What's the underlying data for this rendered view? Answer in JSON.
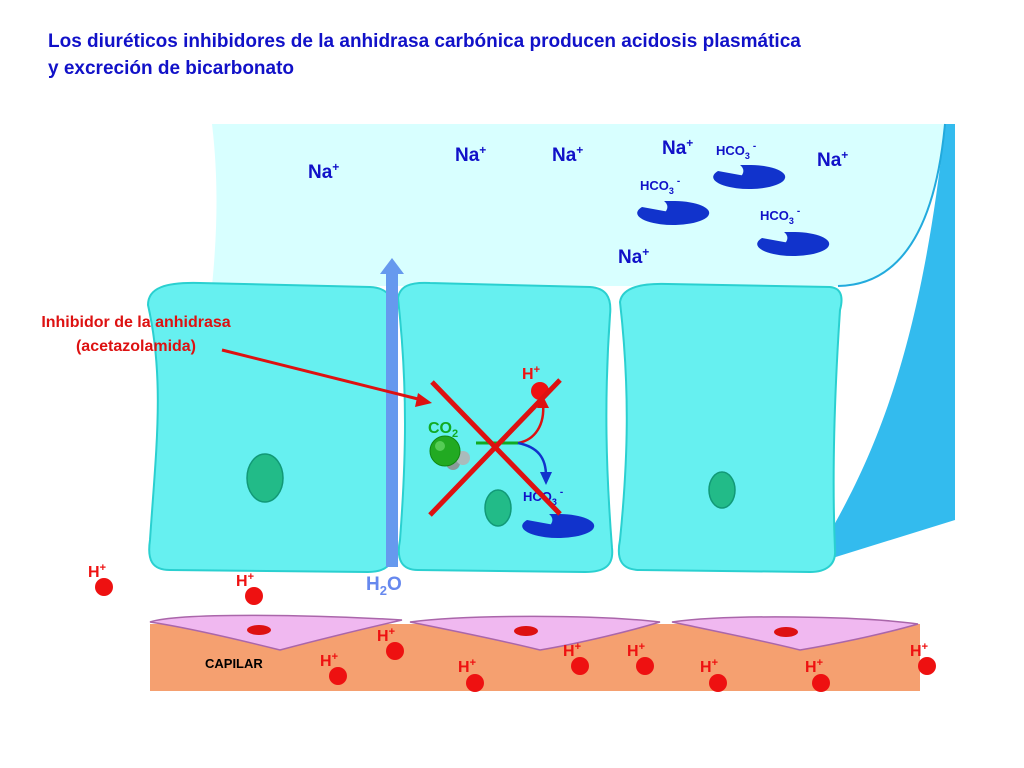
{
  "title": {
    "line1": "Los diuréticos inhibidores de la anhidrasa carbónica producen acidosis plasmática",
    "line2": "y excreción de bicarbonato"
  },
  "labels": {
    "na_base": "Na",
    "na_charge": "+",
    "hco3_base": "HCO",
    "hco3_sub": "3",
    "hco3_charge": "-",
    "h_base": "H",
    "h_charge": "+",
    "co2_base": "CO",
    "co2_sub": "2",
    "h2o_h": "H",
    "h2o_sub": "2",
    "h2o_o": "O",
    "capilar": "CAPILAR",
    "inhibitor_line1": "Inhibidor de la anhidrasa",
    "inhibitor_line2": "(acetazolamida)"
  },
  "colors": {
    "title": "#1111c8",
    "lumen": "#d8ffff",
    "cell": "#66f0f0",
    "cell_border": "#2ad0d0",
    "wall": "#33bbee",
    "nucleus": "#22bb88",
    "capillary": "#f5a070",
    "endothelium": "#f0b8f0",
    "proton": "#ee1111",
    "bicarbonate": "#1133cc",
    "arrow_water": "#6699ee",
    "inhibitor": "#dd1111"
  },
  "icons": {
    "bicarbonate": "pacman-ion-icon",
    "proton": "red-dot-icon",
    "co2": "green-molecule-icon",
    "blocked": "red-x-icon"
  }
}
